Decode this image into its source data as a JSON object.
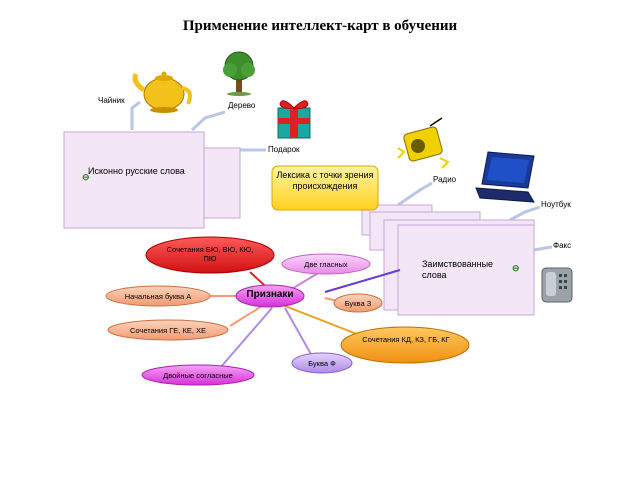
{
  "title": "Применение интеллект-карт в обучении",
  "native": {
    "label": "Исконно русские слова",
    "items": [
      "Чайник",
      "Дерево",
      "Подарок"
    ]
  },
  "center": {
    "label": "Лексика с точки зрения происхождения"
  },
  "borrowed": {
    "label": "Заимствованные слова",
    "items": [
      "Радио",
      "Ноутбук",
      "Факс"
    ]
  },
  "signs": {
    "label": "Признаки",
    "items": [
      "Сочетания БЮ, ВЮ, КЮ, ПЮ",
      "Две гласных",
      "Начальная буква А",
      "Буква З",
      "Сочетания ГЕ, КЕ, ХЕ",
      "Сочетания КД, КЗ, ГБ, КГ",
      "Буква Ф",
      "Двойные согласные"
    ]
  },
  "colors": {
    "card_fill": "#f3e6f7",
    "card_border": "#c9a6d6",
    "center_fill": "#ffe45c",
    "red": "#e81e1e",
    "pink": "#f0a0f0",
    "salmon": "#f7b08c",
    "orange": "#f5a020",
    "violet": "#c7a6f0",
    "magenta": "#e040e0"
  }
}
